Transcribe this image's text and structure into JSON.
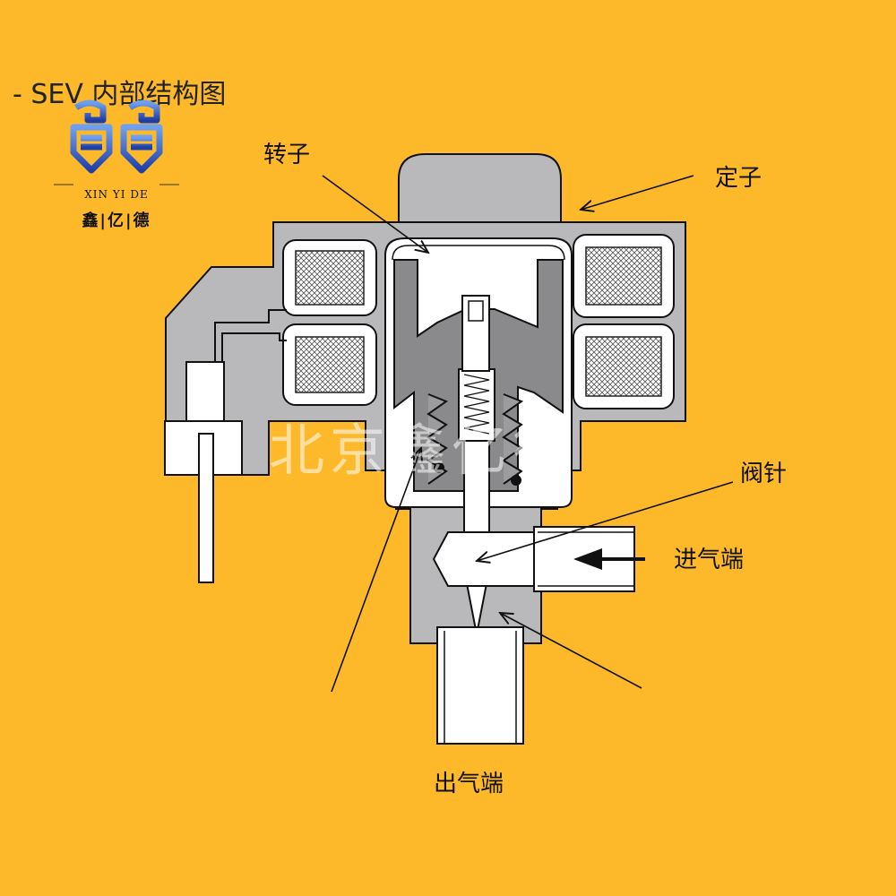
{
  "title": "- SEV 内部结构图",
  "logo": {
    "en": "XIN YI DE",
    "cn": "鑫|亿|德"
  },
  "watermark": "北京鑫亿德",
  "labels": {
    "rotor": "转子",
    "stator": "定子",
    "needle": "阀针",
    "inlet": "进气端",
    "outlet": "出气端"
  },
  "colors": {
    "background": "#FDB92A",
    "housing": "#B9B9BB",
    "dark": "#6E6E70",
    "outline": "#111111",
    "logo_blue": "#2E64C8"
  }
}
